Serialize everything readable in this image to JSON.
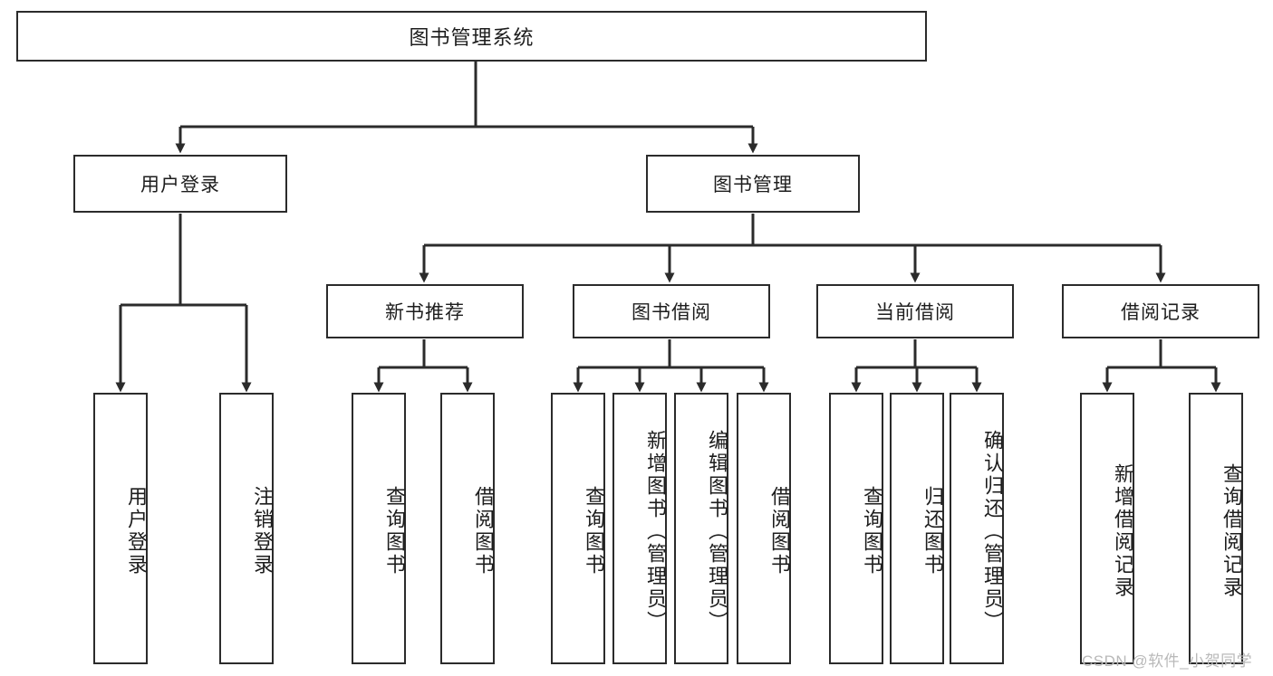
{
  "diagram": {
    "type": "tree-hierarchy",
    "title": "图书管理系统",
    "watermark": "CSDN @软件_小贺同学",
    "colors": {
      "box_border": "#2b2b2b",
      "box_fill": "#ffffff",
      "connector": "#2b2b2b",
      "text": "#1d1d1d",
      "watermark": "#b9b9b9"
    },
    "root": {
      "label": "图书管理系统",
      "orientation": "horizontal"
    },
    "level1": [
      {
        "label": "用户登录",
        "orientation": "horizontal"
      },
      {
        "label": "图书管理",
        "orientation": "horizontal"
      }
    ],
    "level2": [
      {
        "label": "新书推荐",
        "orientation": "horizontal",
        "parent": "图书管理"
      },
      {
        "label": "图书借阅",
        "orientation": "horizontal",
        "parent": "图书管理"
      },
      {
        "label": "当前借阅",
        "orientation": "horizontal",
        "parent": "图书管理"
      },
      {
        "label": "借阅记录",
        "orientation": "horizontal",
        "parent": "图书管理"
      }
    ],
    "leaves": {
      "user_login": [
        {
          "label": "用户登录",
          "orientation": "vertical"
        },
        {
          "label": "注销登录",
          "orientation": "vertical"
        }
      ],
      "new_book_recommend": [
        {
          "label": "查询图书",
          "orientation": "vertical"
        },
        {
          "label": "借阅图书",
          "orientation": "vertical"
        }
      ],
      "book_borrow": [
        {
          "label": "查询图书",
          "orientation": "vertical"
        },
        {
          "label": "新增图书（管理员）",
          "orientation": "vertical"
        },
        {
          "label": "编辑图书（管理员）",
          "orientation": "vertical"
        },
        {
          "label": "借阅图书",
          "orientation": "vertical"
        }
      ],
      "current_borrow": [
        {
          "label": "查询图书",
          "orientation": "vertical"
        },
        {
          "label": "归还图书",
          "orientation": "vertical"
        },
        {
          "label": "确认归还（管理员）",
          "orientation": "vertical"
        }
      ],
      "borrow_record": [
        {
          "label": "新增借阅记录",
          "orientation": "vertical"
        },
        {
          "label": "查询借阅记录",
          "orientation": "vertical"
        }
      ]
    }
  }
}
